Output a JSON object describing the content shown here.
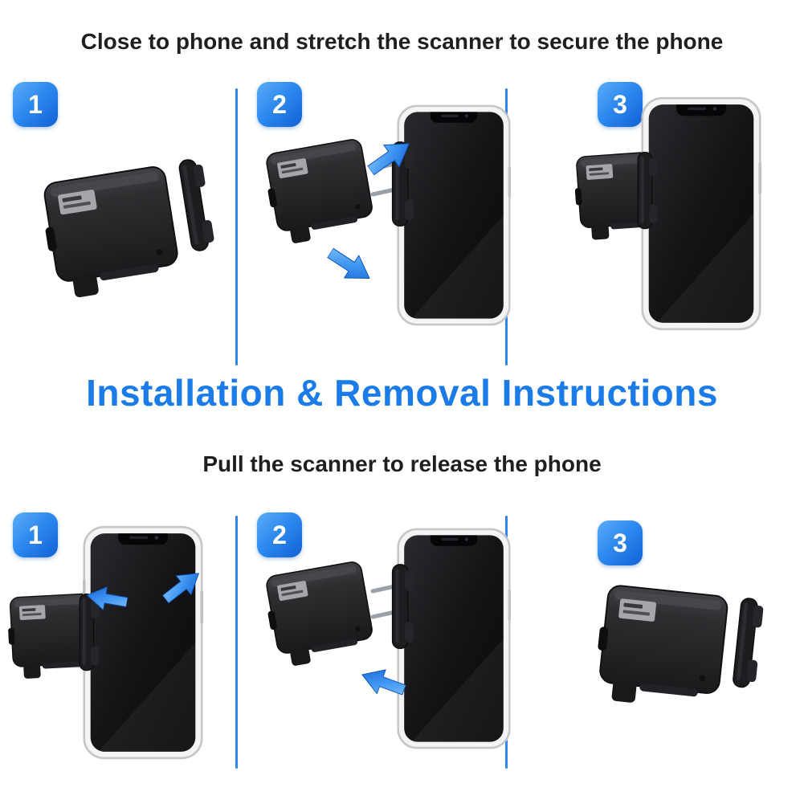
{
  "page": {
    "background": "#ffffff",
    "accent_blue": "#1b7ce9",
    "divider_blue": "#2f86ec",
    "badge_blue_light": "#5cadf8",
    "badge_blue_dark": "#1160d4",
    "arrow_blue_light": "#8ac6fb",
    "arrow_blue_dark": "#1260d2",
    "title_text_color": "#1f1f21"
  },
  "install_section": {
    "title": "Close to phone and stretch the scanner to secure the phone",
    "steps": [
      {
        "number": "1"
      },
      {
        "number": "2",
        "arrow_icons": [
          "arrow-up-right",
          "arrow-down-right"
        ]
      },
      {
        "number": "3"
      }
    ]
  },
  "main_heading": "Installation & Removal Instructions",
  "removal_section": {
    "title": "Pull the scanner to release the phone",
    "steps": [
      {
        "number": "1",
        "arrow_icons": [
          "arrow-up-right",
          "arrow-left"
        ]
      },
      {
        "number": "2",
        "arrow_icons": [
          "arrow-up-left"
        ]
      },
      {
        "number": "3"
      }
    ]
  }
}
